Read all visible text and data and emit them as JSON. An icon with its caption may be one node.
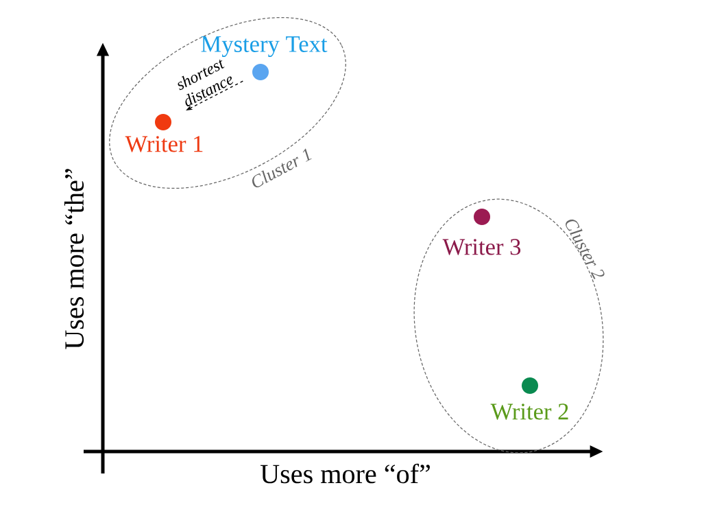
{
  "diagram": {
    "nodes": [
      {
        "text": [
          "Cluster 1"
        ]
      },
      {
        "text": [
          "Mystery Text"
        ],
        "in": 0
      },
      {
        "text": [
          "Writer 1"
        ],
        "in": 0
      },
      {
        "text": [
          "Cluster 2"
        ]
      },
      {
        "text": [
          "Writer 3"
        ],
        "in": 3
      },
      {
        "text": [
          "Writer 2"
        ],
        "in": 3
      }
    ],
    "edges": [
      {
        "from": 1,
        "to": 2,
        "arrow": "to",
        "style": "dashed",
        "label": "shortest distance"
      }
    ],
    "labels": [
      "Uses more “the”",
      "Uses more “of”"
    ]
  }
}
